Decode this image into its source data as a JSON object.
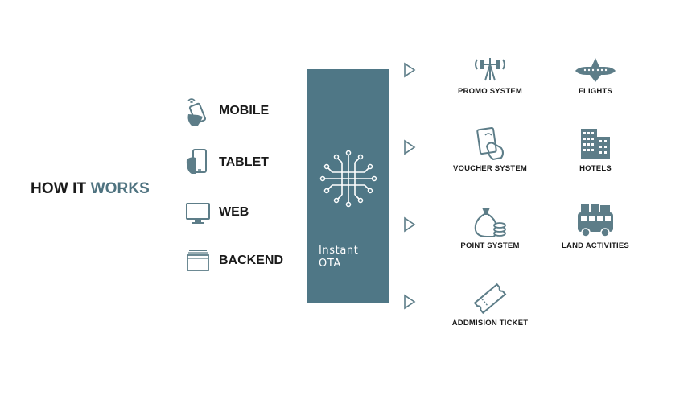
{
  "title": {
    "lead": "HOW IT",
    "accent": "WORKS"
  },
  "colors": {
    "accent": "#4f7786",
    "text": "#1a1a1a",
    "icon": "#5d7d88"
  },
  "sources": [
    {
      "label": "MOBILE",
      "icon": "mobile-hand-icon"
    },
    {
      "label": "TABLET",
      "icon": "tablet-hand-icon"
    },
    {
      "label": "WEB",
      "icon": "monitor-icon"
    },
    {
      "label": "BACKEND",
      "icon": "folder-stack-icon"
    }
  ],
  "hub": {
    "line1": "Instant",
    "line2": "OTA",
    "icon": "circuit-chip-icon"
  },
  "services": [
    {
      "label": "PROMO SYSTEM",
      "icon": "antenna-tower-icon"
    },
    {
      "label": "FLIGHTS",
      "icon": "airplane-icon"
    },
    {
      "label": "VOUCHER SYSTEM",
      "icon": "card-hand-icon"
    },
    {
      "label": "HOTELS",
      "icon": "buildings-icon"
    },
    {
      "label": "POINT SYSTEM",
      "icon": "money-bag-coins-icon"
    },
    {
      "label": "LAND ACTIVITIES",
      "icon": "bus-luggage-icon"
    },
    {
      "label": "ADDMISION TICKET",
      "icon": "ticket-icon"
    }
  ]
}
